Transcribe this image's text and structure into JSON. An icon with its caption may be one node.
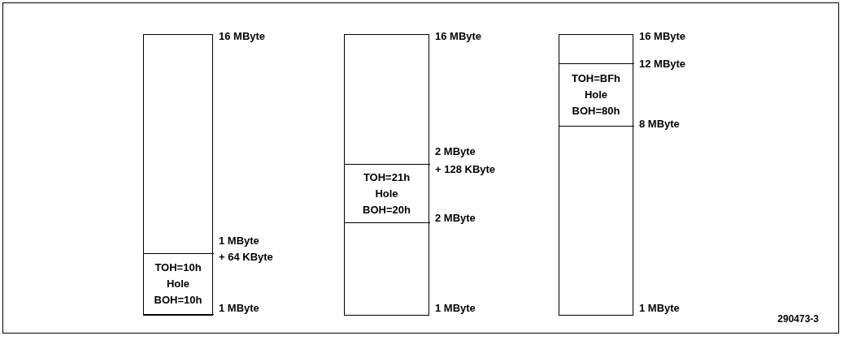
{
  "diagram": {
    "nodes": [
      {
        "text": [],
        "shape": "box",
        "beside": [
          "16 MByte",
          "1 MByte",
          "+ 64 KByte",
          "1 MByte"
        ]
      },
      {
        "text": [
          "TOH=10h",
          "Hole",
          "BOH=10h"
        ],
        "in": 0
      },
      {
        "text": [],
        "shape": "box",
        "beside": [
          "16 MByte",
          "2 MByte",
          "+ 128 KByte",
          "2 MByte",
          "1 MByte"
        ]
      },
      {
        "text": [
          "TOH=21h",
          "Hole",
          "BOH=20h"
        ],
        "in": 2
      },
      {
        "text": [],
        "shape": "box",
        "beside": [
          "16 MByte",
          "12 MByte",
          "8 MByte",
          "1 MByte"
        ]
      },
      {
        "text": [
          "TOH=BFh",
          "Hole",
          "BOH=80h"
        ],
        "in": 4
      }
    ],
    "labels": [
      "290473-3"
    ]
  }
}
